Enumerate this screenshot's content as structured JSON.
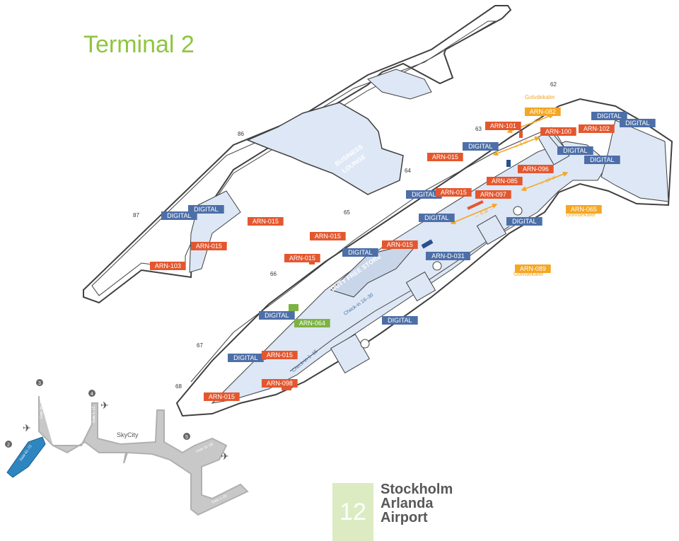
{
  "title": "Terminal 2",
  "page_number": "12",
  "airport_name": [
    "Stockholm",
    "Arlanda",
    "Airport"
  ],
  "colors": {
    "arn_red": "#e4572e",
    "digital_blue": "#4d6fa8",
    "golvdekaler_orange": "#f5a623",
    "green_ad": "#7cb342",
    "floor_fill": "#dde7f5",
    "outline": "#404040",
    "title_green": "#8dc63f"
  },
  "gates": [
    "62",
    "63",
    "64",
    "65",
    "66",
    "67",
    "68",
    "86",
    "87"
  ],
  "signs": [
    {
      "label": "ARN-082",
      "kind": "orange"
    },
    {
      "label": "DIGITAL",
      "kind": "blue"
    },
    {
      "label": "DIGITAL",
      "kind": "blue"
    },
    {
      "label": "ARN-101",
      "kind": "red"
    },
    {
      "label": "ARN-100",
      "kind": "red"
    },
    {
      "label": "ARN-102",
      "kind": "red"
    },
    {
      "label": "DIGITAL",
      "kind": "blue"
    },
    {
      "label": "DIGITAL",
      "kind": "blue"
    },
    {
      "label": "ARN-015",
      "kind": "red"
    },
    {
      "label": "DIGITAL",
      "kind": "blue"
    },
    {
      "label": "ARN-096",
      "kind": "red"
    },
    {
      "label": "ARN-085",
      "kind": "red"
    },
    {
      "label": "DIGITAL",
      "kind": "blue"
    },
    {
      "label": "ARN-015",
      "kind": "red"
    },
    {
      "label": "ARN-097",
      "kind": "red"
    },
    {
      "label": "ARN-065",
      "kind": "orange"
    },
    {
      "label": "DIGITAL",
      "kind": "blue"
    },
    {
      "label": "DIGITAL",
      "kind": "blue"
    },
    {
      "label": "DIGITAL",
      "kind": "blue"
    },
    {
      "label": "DIGITAL",
      "kind": "blue"
    },
    {
      "label": "ARN-015",
      "kind": "red"
    },
    {
      "label": "ARN-015",
      "kind": "red"
    },
    {
      "label": "ARN-015",
      "kind": "red"
    },
    {
      "label": "ARN-015",
      "kind": "red"
    },
    {
      "label": "DIGITAL",
      "kind": "blue"
    },
    {
      "label": "ARN-D-031",
      "kind": "blue"
    },
    {
      "label": "ARN-015",
      "kind": "red"
    },
    {
      "label": "ARN-103",
      "kind": "red"
    },
    {
      "label": "ARN-089",
      "kind": "orange"
    },
    {
      "label": "DIGITAL",
      "kind": "blue"
    },
    {
      "label": "ARN-064",
      "kind": "green"
    },
    {
      "label": "DIGITAL",
      "kind": "blue"
    },
    {
      "label": "DIGITAL",
      "kind": "blue"
    },
    {
      "label": "ARN-015",
      "kind": "red"
    },
    {
      "label": "ARN-098",
      "kind": "red"
    },
    {
      "label": "ARN-015",
      "kind": "red"
    }
  ],
  "annotations": {
    "golvdekaler": "Golvdekaler",
    "business_lounge": [
      "BUSINESS",
      "LOUNGE"
    ],
    "duty_free": "DUTY FREE STORE",
    "checkin_1": "Check-in 1–15",
    "checkin_2": "Check-in 16–30",
    "dist_6": "6 st",
    "dist_10": "10 st",
    "dist_5": "5 st",
    "dist_4": "4 st"
  },
  "overview": {
    "skycity": "SkyCity",
    "terminal_numbers": [
      "2",
      "3",
      "4",
      "5"
    ],
    "gate_labels": [
      "Gate 61–72",
      "Gate 20–36",
      "Gate 1–13",
      "Gate 31–39",
      "Gate 1–20"
    ]
  }
}
